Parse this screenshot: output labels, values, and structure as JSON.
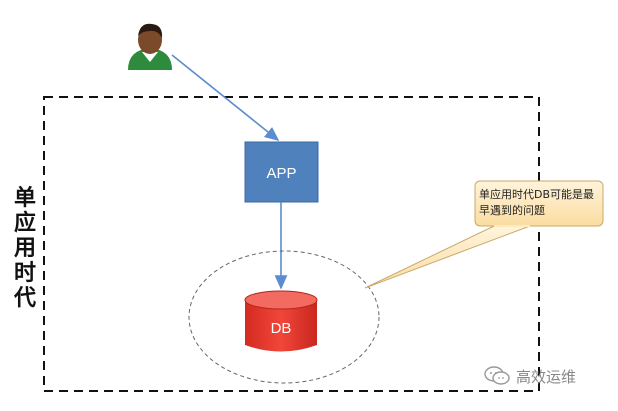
{
  "diagram": {
    "side_label": "单应用时代",
    "app_label": "APP",
    "db_label": "DB",
    "callout": "单应用时代DB可能是最早遇到的问题",
    "watermark": "高效运维"
  },
  "icons": {
    "user": "user-avatar-icon",
    "watermark": "wechat-icon"
  },
  "colors": {
    "app_fill": "#4f81bd",
    "db_fill": "#e8382d",
    "arrow": "#5b8bd0",
    "callout_fill": "#fde9c2",
    "user_shirt": "#2e8b3e"
  }
}
